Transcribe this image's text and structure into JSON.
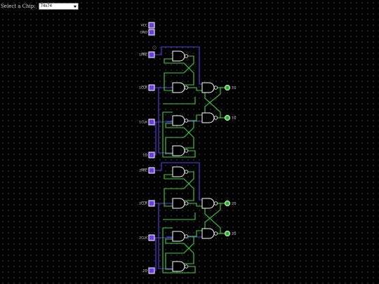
{
  "toolbar": {
    "label": "Select a Chip:",
    "selected_chip": "74x74"
  },
  "power_pins": [
    {
      "name": "vcc-pin",
      "label": "VCC"
    },
    {
      "name": "gnd-pin",
      "label": "GND"
    }
  ],
  "flip_flops": [
    {
      "inputs": [
        {
          "name": "1pre-input",
          "label": "1PRE",
          "overline": "PRE"
        },
        {
          "name": "1clr-input",
          "label": "1CLR",
          "overline": "CLR"
        },
        {
          "name": "1clk-input",
          "label": "1CLK"
        },
        {
          "name": "1d-input",
          "label": "1D"
        }
      ],
      "outputs": [
        {
          "name": "1q-output",
          "label": "1Q"
        },
        {
          "name": "1q-bar-output",
          "label": "1Q̅"
        }
      ]
    },
    {
      "inputs": [
        {
          "name": "2pre-input",
          "label": "2PRE",
          "overline": "PRE"
        },
        {
          "name": "2clr-input",
          "label": "2CLR",
          "overline": "CLR"
        },
        {
          "name": "2clk-input",
          "label": "2CLK"
        },
        {
          "name": "2d-input",
          "label": "2D"
        }
      ],
      "outputs": [
        {
          "name": "2q-output",
          "label": "2Q"
        },
        {
          "name": "2q-bar-output",
          "label": "2Q̅"
        }
      ]
    }
  ],
  "colors": {
    "background": "#000000",
    "wire_active": "#3cd43c",
    "wire_inactive": "#5a3df0",
    "pin_fill": "#6a3fe0",
    "led_on": "#3cd43c"
  }
}
